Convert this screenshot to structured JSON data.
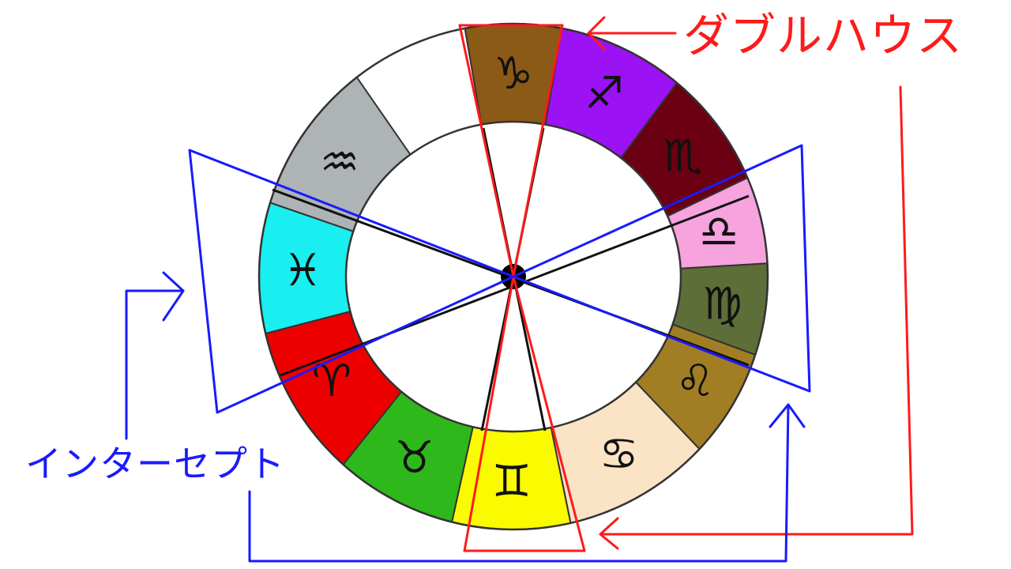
{
  "labels": {
    "double_house": "ダブルハウス",
    "intercept": "インターセプト"
  },
  "colors": {
    "double_house": "#ff1a1a",
    "intercept": "#1a1aff",
    "wheel_outline": "#333333",
    "wheel_center": "#000000"
  },
  "signs": [
    {
      "name": "capricorn",
      "glyph": "♑",
      "color": "#8b5a16"
    },
    {
      "name": "sagittarius",
      "glyph": "♐",
      "color": "#9b12f5"
    },
    {
      "name": "scorpio",
      "glyph": "♏",
      "color": "#6b0012"
    },
    {
      "name": "libra",
      "glyph": "♎",
      "color": "#f7a3de"
    },
    {
      "name": "virgo",
      "glyph": "♍",
      "color": "#5d6e38"
    },
    {
      "name": "leo",
      "glyph": "♌",
      "color": "#a17d24"
    },
    {
      "name": "cancer",
      "glyph": "♋",
      "color": "#fbe3c6"
    },
    {
      "name": "gemini",
      "glyph": "♊",
      "color": "#fafa00"
    },
    {
      "name": "taurus",
      "glyph": "♉",
      "color": "#2fb81b"
    },
    {
      "name": "aries",
      "glyph": "♈",
      "color": "#ee0000"
    },
    {
      "name": "pisces",
      "glyph": "♓",
      "color": "#19eff0"
    },
    {
      "name": "aquarius",
      "glyph": "♒",
      "color": "#aeb3b5"
    }
  ]
}
